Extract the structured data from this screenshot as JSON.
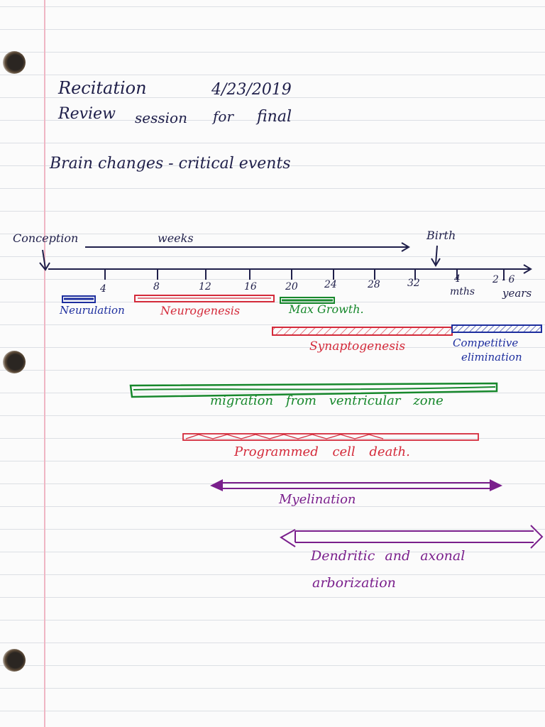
{
  "header": {
    "line1_left": "Recitation",
    "line1_right": "4/23/2019",
    "line2_left": "Review",
    "line2_mid": "session",
    "line2_right": "for",
    "line2_end": "final",
    "topic": "Brain changes - critical events"
  },
  "timeline": {
    "start_label": "Conception",
    "weeks_label": "weeks",
    "birth_label": "Birth",
    "ticks": [
      "4",
      "8",
      "12",
      "16",
      "20",
      "24",
      "28",
      "32"
    ],
    "post_birth_tick": "4",
    "post_birth_unit": "mths",
    "range_tick": "2 - 6",
    "range_unit": "years"
  },
  "events": {
    "neurulation": "Neurulation",
    "neurogenesis": "Neurogenesis",
    "max_growth": "Max Growth.",
    "synaptogenesis": "Synaptogenesis",
    "competitive_1": "Competitive",
    "competitive_2": "elimination",
    "migration": "migration from ventricular zone",
    "programmed": "Programmed cell death.",
    "myelination": "Myelination",
    "dendritic_1": "Dendritic and axonal",
    "dendritic_2": "arborization"
  },
  "colors": {
    "ink": "#1f1f4a",
    "blue": "#1d2e9e",
    "red": "#d42a3a",
    "green": "#17882c",
    "purple": "#7a1f8c"
  }
}
